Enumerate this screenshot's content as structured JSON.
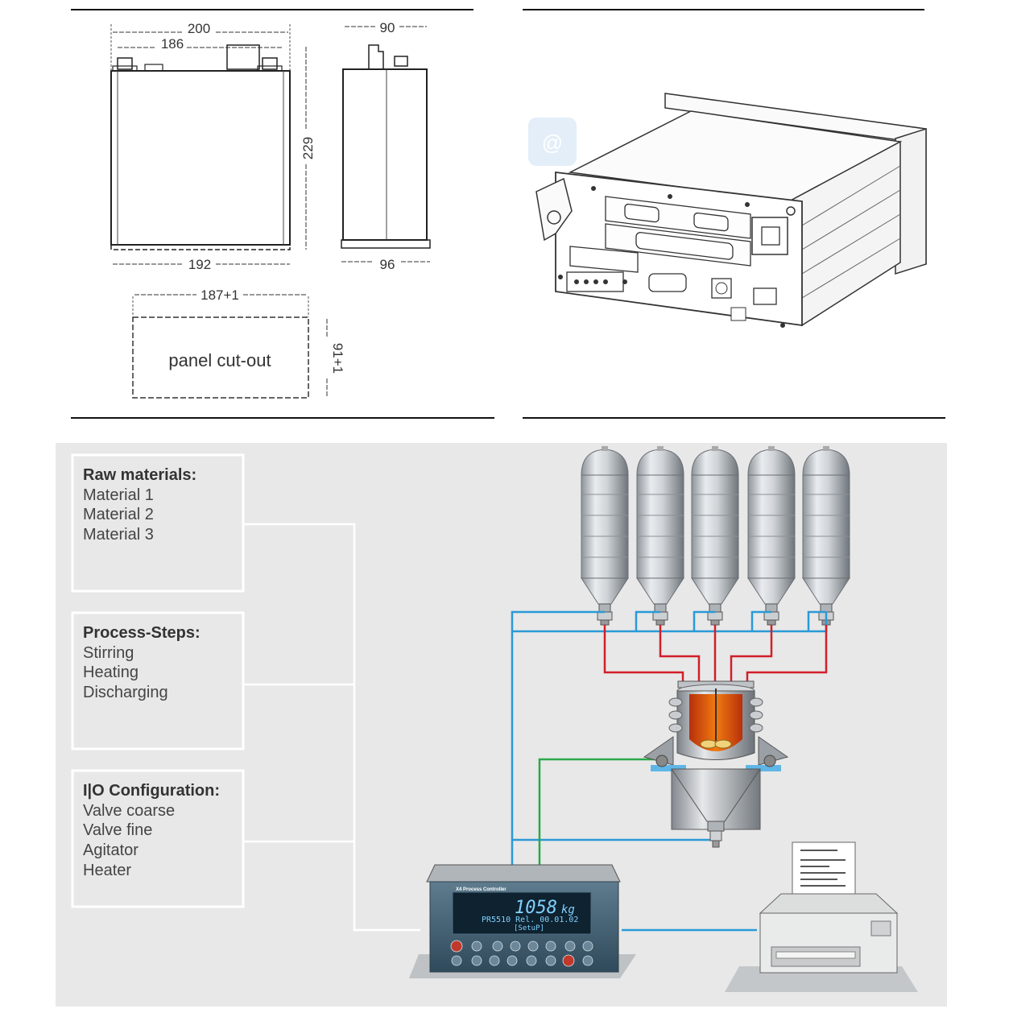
{
  "drawing": {
    "dim_width_top": "200",
    "dim_width_inner": "186",
    "dim_height": "229",
    "dim_width_bottom": "192",
    "dim_depth_top": "90",
    "dim_depth_bottom": "96",
    "dim_cutout_width": "187+1",
    "dim_cutout_height": "91+1",
    "cutout_label": "panel cut-out"
  },
  "process": {
    "boxes": [
      {
        "title": "Raw materials:",
        "items": [
          "Material 1",
          "Material 2",
          "Material 3"
        ]
      },
      {
        "title": "Process-Steps:",
        "items": [
          "Stirring",
          "Heating",
          "Discharging"
        ]
      },
      {
        "title": "I|O Configuration:",
        "items": [
          "Valve coarse",
          "Valve fine",
          "Agitator",
          "Heater"
        ]
      }
    ],
    "controller": {
      "brand": "X4 Process Controller",
      "weight_value": "1058",
      "weight_unit": "kg",
      "model_line": "PR5510 Rel. 00.01.02",
      "mode_line": "[SetuP]"
    }
  },
  "colors": {
    "signal_line": "#2a9ad6",
    "material_line": "#d21f2a",
    "weighing_line": "#2aa84a",
    "panel_bg": "#e8e8e8"
  }
}
